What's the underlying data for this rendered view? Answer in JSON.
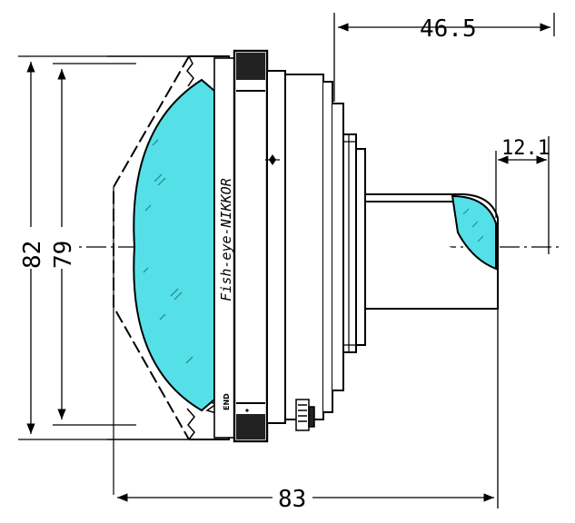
{
  "dimensions": {
    "flange_depth": "46.5",
    "rear_protrusion": "12.1",
    "outer_diameter": "82",
    "front_diameter": "79",
    "overall_length": "83"
  },
  "lens": {
    "engraving": "Fish-eye-NIKKOR",
    "end_mark": "END"
  },
  "colors": {
    "glass": "#55e0e8",
    "line": "#000000",
    "background": "#ffffff"
  }
}
